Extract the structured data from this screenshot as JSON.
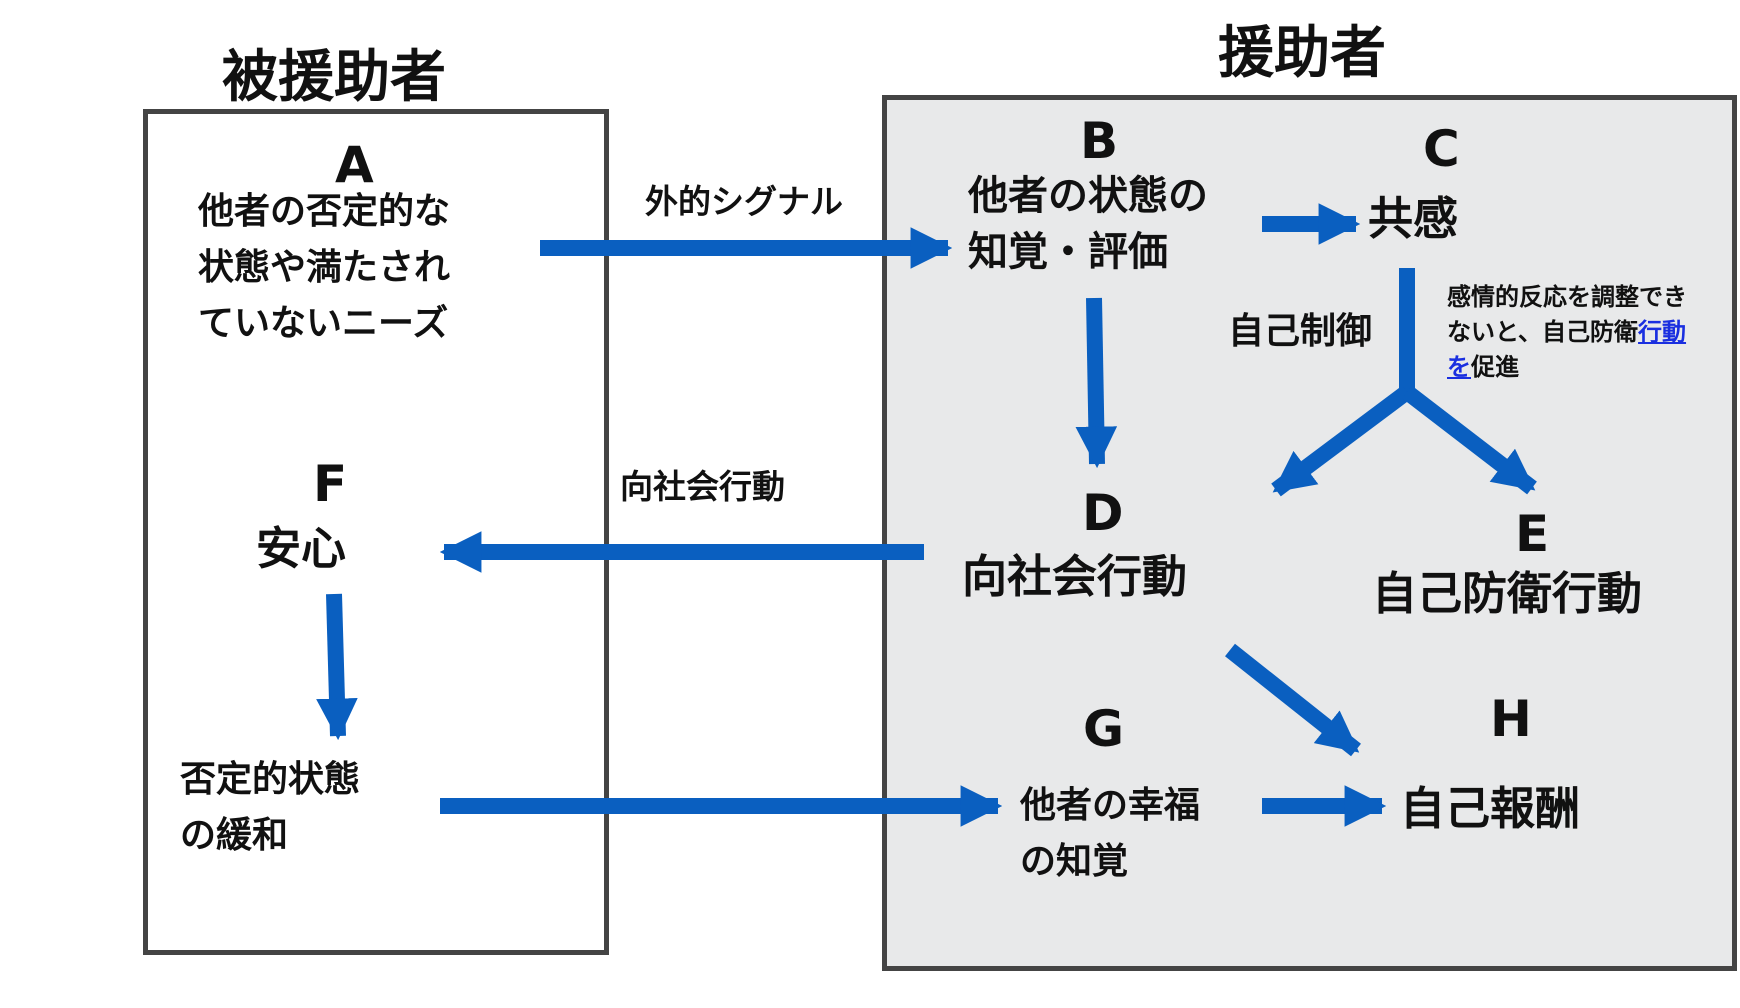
{
  "recipient": {
    "title": "被援助者",
    "a": {
      "letter": "A",
      "lines": [
        "他者の否定的な",
        "状態や満たされ",
        "ていないニーズ"
      ]
    },
    "f": {
      "letter": "F",
      "text": "安心"
    },
    "relief": {
      "lines": [
        "否定的状態",
        "の緩和"
      ]
    }
  },
  "helper": {
    "title": "援助者",
    "b": {
      "letter": "B",
      "lines": [
        "他者の状態の",
        "知覚・評価"
      ]
    },
    "c": {
      "letter": "C",
      "text": "共感"
    },
    "d": {
      "letter": "D",
      "text": "向社会行動"
    },
    "e": {
      "letter": "E",
      "text": "自己防衛行動"
    },
    "g": {
      "letter": "G",
      "lines": [
        "他者の幸福",
        "の知覚"
      ]
    },
    "h": {
      "letter": "H",
      "text": "自己報酬"
    },
    "self_control": "自己制御",
    "note": {
      "prefix": "感情的反応を調整できないと、自己防衛",
      "link": "行動を",
      "suffix": "促進"
    }
  },
  "edges": {
    "external_signal": "外的シグナル",
    "prosocial": "向社会行動"
  },
  "colors": {
    "arrow": "#0a5fc0",
    "border": "#444444",
    "helper_fill": "#e8e9ea",
    "link": "#1a2fe0"
  }
}
